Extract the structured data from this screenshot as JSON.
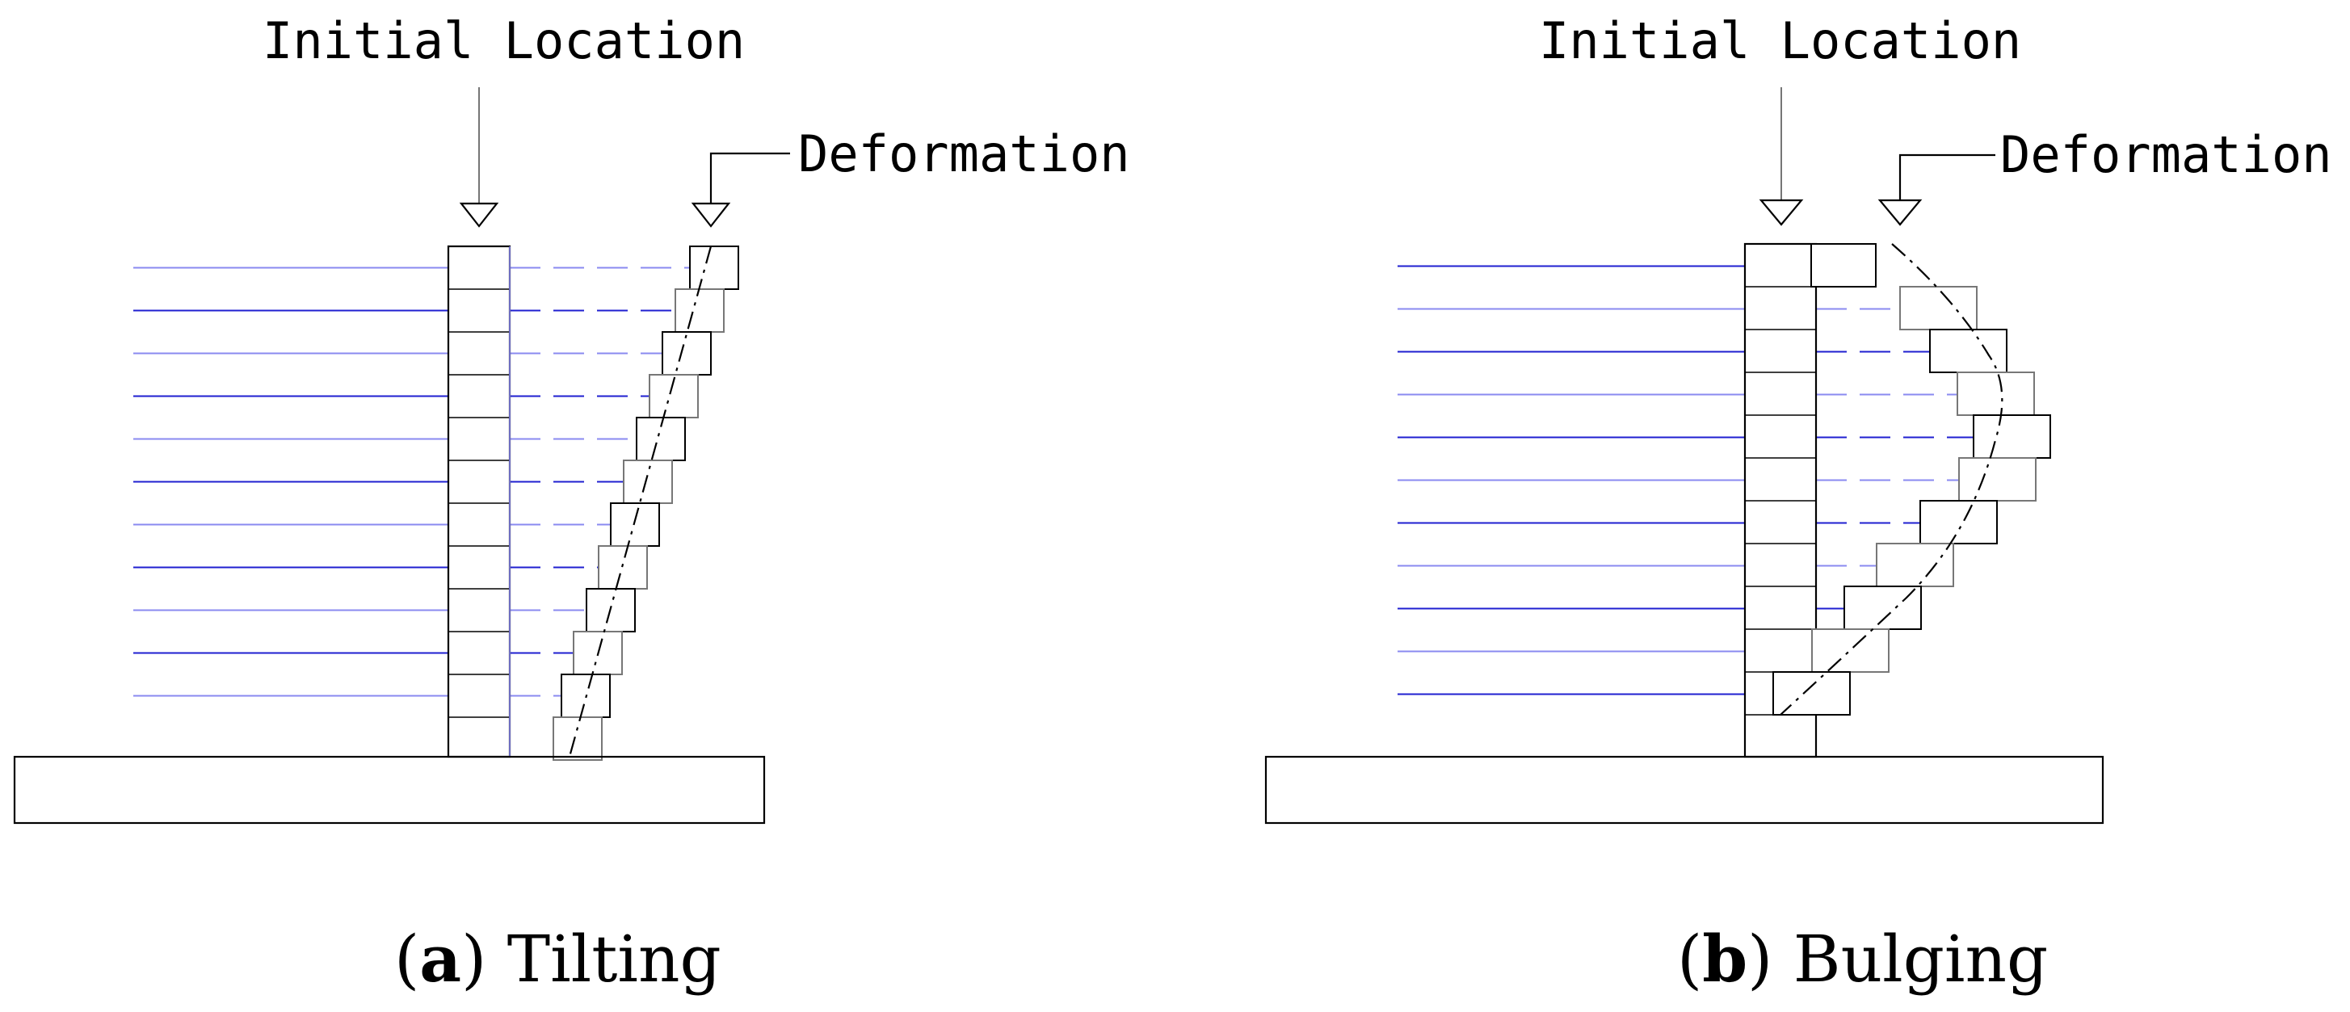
{
  "panels": [
    {
      "id": "a",
      "caption_letter": "a",
      "caption_text": "Tilting",
      "label_initial": "Initial Location",
      "label_deformation": "Deformation"
    },
    {
      "id": "b",
      "caption_letter": "b",
      "caption_text": "Bulging",
      "label_initial": "Initial Location",
      "label_deformation": "Deformation"
    }
  ],
  "colors": {
    "reinforcement_dark": "#1f1fd0",
    "reinforcement_light": "#8a8af0",
    "outline": "#000000"
  }
}
